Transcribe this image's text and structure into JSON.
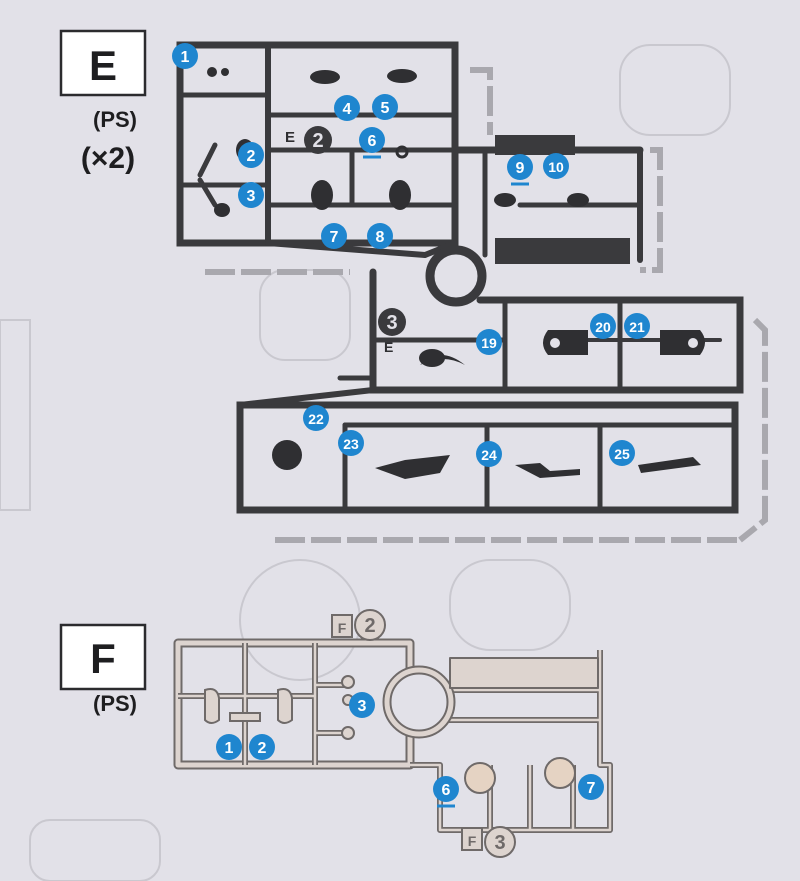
{
  "sections": [
    {
      "letter": "E",
      "material": "(PS)",
      "quantity": "(×2)",
      "sprue_labels": [
        {
          "letter": "E",
          "num": "2"
        },
        {
          "letter": "E",
          "num": "3"
        }
      ],
      "parts": [
        "1",
        "2",
        "3",
        "4",
        "5",
        "6",
        "7",
        "8",
        "9",
        "10",
        "19",
        "20",
        "21",
        "22",
        "23",
        "24",
        "25"
      ],
      "underlined_parts": [
        "6",
        "9"
      ]
    },
    {
      "letter": "F",
      "material": "(PS)",
      "sprue_labels": [
        {
          "letter": "F",
          "num": "2"
        },
        {
          "letter": "F",
          "num": "3"
        }
      ],
      "parts": [
        "1",
        "2",
        "3",
        "6",
        "7"
      ],
      "underlined_parts": [
        "6"
      ]
    }
  ],
  "colors": {
    "background": "#e2e1e8",
    "runner_dark": "#3a3a3d",
    "runner_light_fill": "#ddd4cf",
    "runner_light_edge": "#6f6a69",
    "badge_blue": "#1f86cf",
    "ghost": "#a9a8ae",
    "label_box_border": "#2b2b2e"
  }
}
